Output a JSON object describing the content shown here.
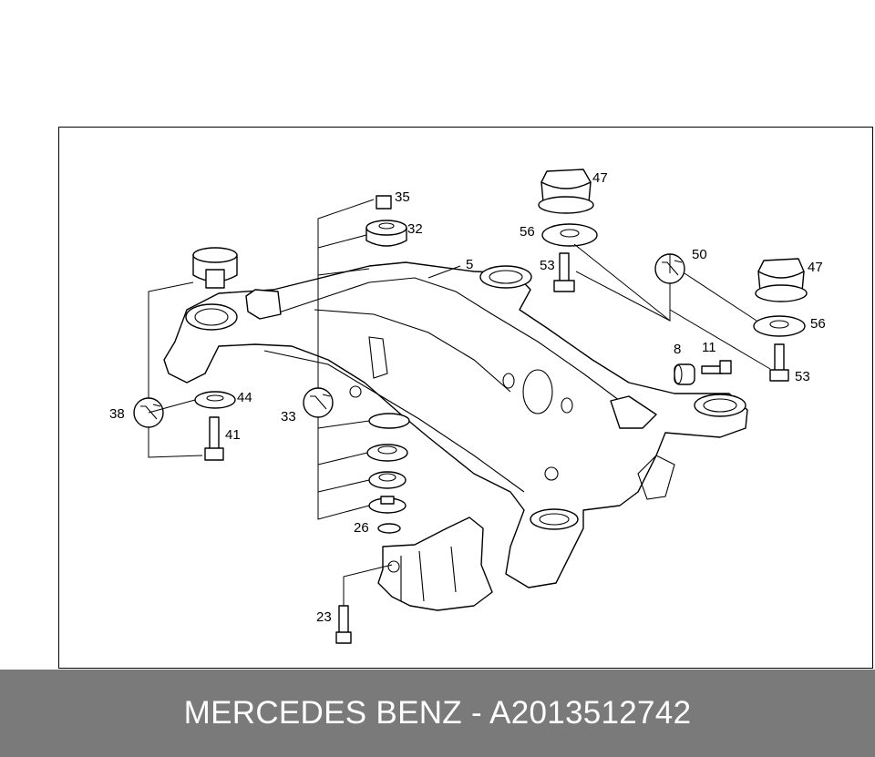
{
  "footer": {
    "caption": "MERCEDES BENZ - A2013512742"
  },
  "labels": {
    "p5": "5",
    "p8": "8",
    "p11": "11",
    "p23": "23",
    "p26": "26",
    "p32": "32",
    "p33": "33",
    "p35": "35",
    "p38": "38",
    "p41": "41",
    "p44": "44",
    "p47a": "47",
    "p47b": "47",
    "p50": "50",
    "p53a": "53",
    "p53b": "53",
    "p56a": "56",
    "p56b": "56"
  },
  "icons": [
    "wrench-icon",
    "wrench-icon",
    "wrench-icon"
  ]
}
